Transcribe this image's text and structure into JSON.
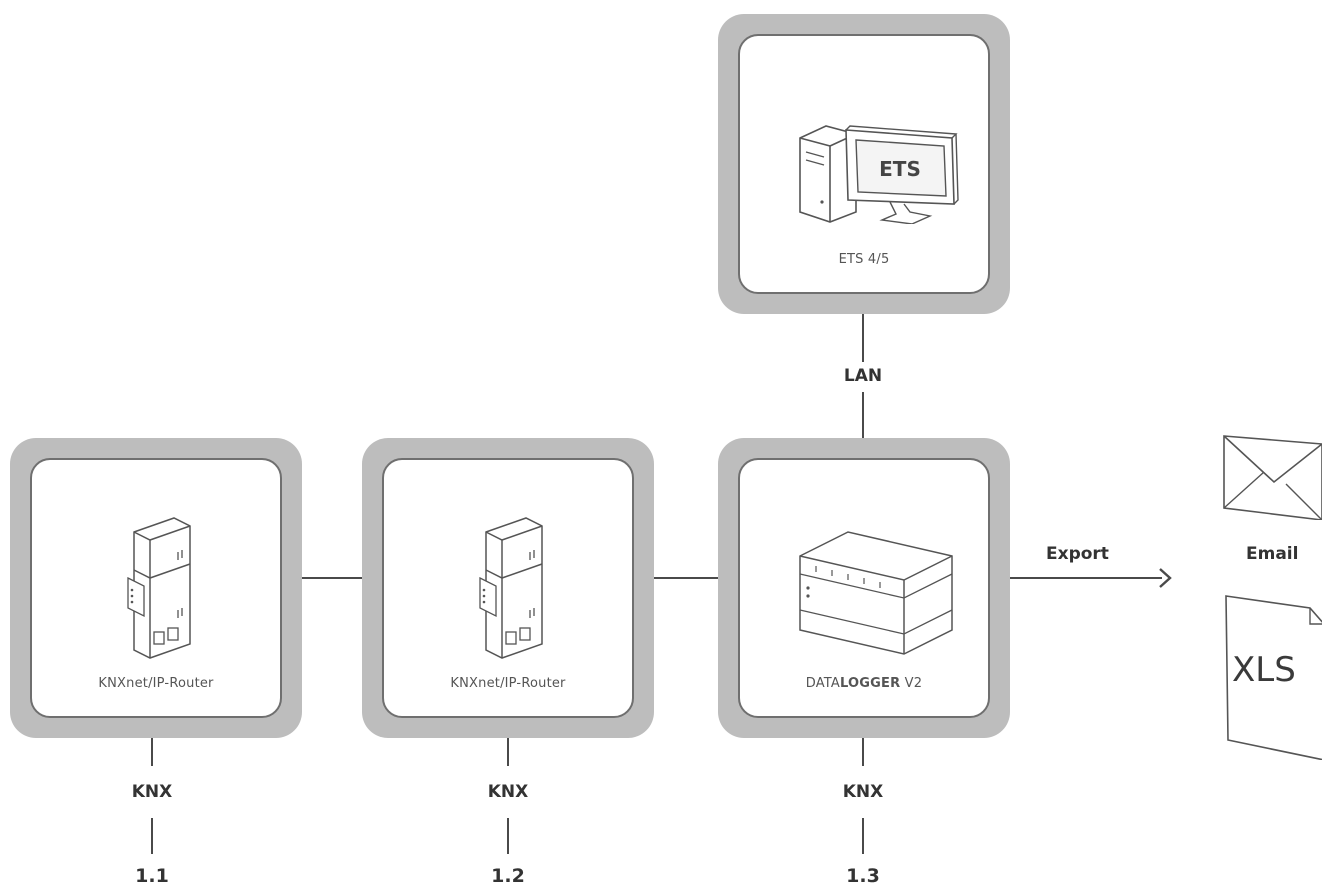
{
  "ets_box": {
    "label": "ETS 4/5",
    "screen_text": "ETS"
  },
  "routers": [
    {
      "label": "KNXnet/IP-Router"
    },
    {
      "label": "KNXnet/IP-Router"
    }
  ],
  "datalogger": {
    "label_normal": "DATA",
    "label_bold": "LOGGER",
    "label_suffix": " V2"
  },
  "connections": {
    "lan": "LAN",
    "knx": "KNX",
    "export": "Export"
  },
  "lines": [
    "1.1",
    "1.2",
    "1.3"
  ],
  "outputs": {
    "email": "Email",
    "xls": "XLS"
  },
  "colors": {
    "frame": "#bdbdbd",
    "border": "#6f6f6f",
    "stroke": "#4a4a4a"
  }
}
